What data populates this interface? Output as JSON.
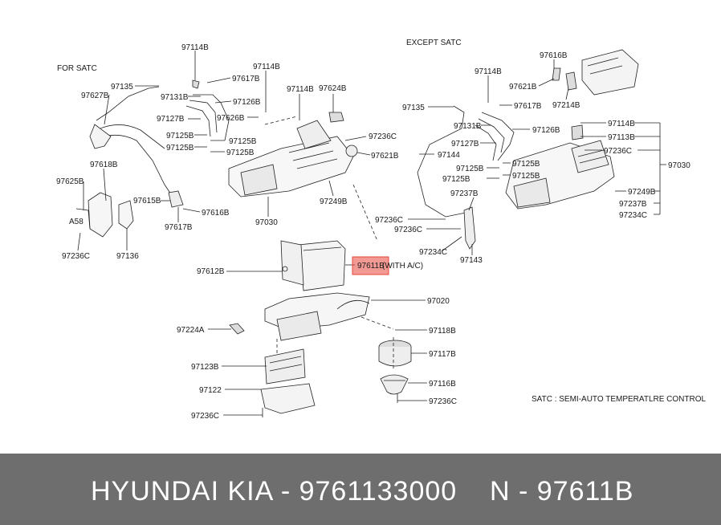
{
  "headings": {
    "for_satc": "FOR SATC",
    "except_satc": "EXCEPT SATC",
    "satc_note": "SATC : SEMI-AUTO TEMPERATLRE CONTROL"
  },
  "labels": {
    "l97114B_a": "97114B",
    "l97617B_a": "97617B",
    "l97131B_a": "97131B",
    "l97126B_a": "97126B",
    "l97127B_a": "97127B",
    "l97626B": "97626B",
    "l97125B_a": "97125B",
    "l97125B_b": "97125B",
    "l97125B_c": "97125B",
    "l97125B_d": "97125B",
    "l97114B_b": "97114B",
    "l97114B_c": "97114B",
    "l97624B": "97624B",
    "l97236C_a": "97236C",
    "l97621B_a": "97621B",
    "l97249B_a": "97249B",
    "l97030_a": "97030",
    "l97135_a": "97135",
    "l97627B": "97627B",
    "l97618B": "97618B",
    "l97625B": "97625B",
    "a58": "A58",
    "l97615B": "97615B",
    "l97616B_a": "97616B",
    "l97617B_b": "97617B",
    "l97236C_b": "97236C",
    "l97136": "97136",
    "l97612B": "97612B",
    "l97611B": "97611B",
    "with_ac": "(WITH A/C)",
    "l97020": "97020",
    "l97224A": "97224A",
    "l97118B": "97118B",
    "l97117B": "97117B",
    "l97123B": "97123B",
    "l97122": "97122",
    "l97116B": "97116B",
    "l97236C_c": "97236C",
    "l97236C_d": "97236C",
    "l97616B_b": "97616B",
    "l97621B_b": "97621B",
    "l97214B": "97214B",
    "l97114B_d": "97114B",
    "l97617B_c": "97617B",
    "l97135_b": "97135",
    "l97131B_b": "97131B",
    "l97126B_b": "97126B",
    "l97127B_b": "97127B",
    "l97144": "97144",
    "l97125B_e": "97125B",
    "l97125B_f": "97125B",
    "l97125B_g": "97125B",
    "l97125B_h": "97125B",
    "l97237B_a": "97237B",
    "l97236C_e": "97236C",
    "l97236C_f": "97236C",
    "l97234C_a": "97234C",
    "l97143": "97143",
    "l97114B_e": "97114B",
    "l97113B": "97113B",
    "l97236C_g": "97236C",
    "l97030_b": "97030",
    "l97249B_b": "97249B",
    "l97237B_b": "97237B",
    "l97234C_b": "97234C"
  },
  "footer": {
    "brand": "HYUNDAI  KIA - 9761133000",
    "code": "N - 97611B"
  },
  "colors": {
    "highlight": "#e8463a",
    "footer_bg": "#6e6e6e"
  }
}
